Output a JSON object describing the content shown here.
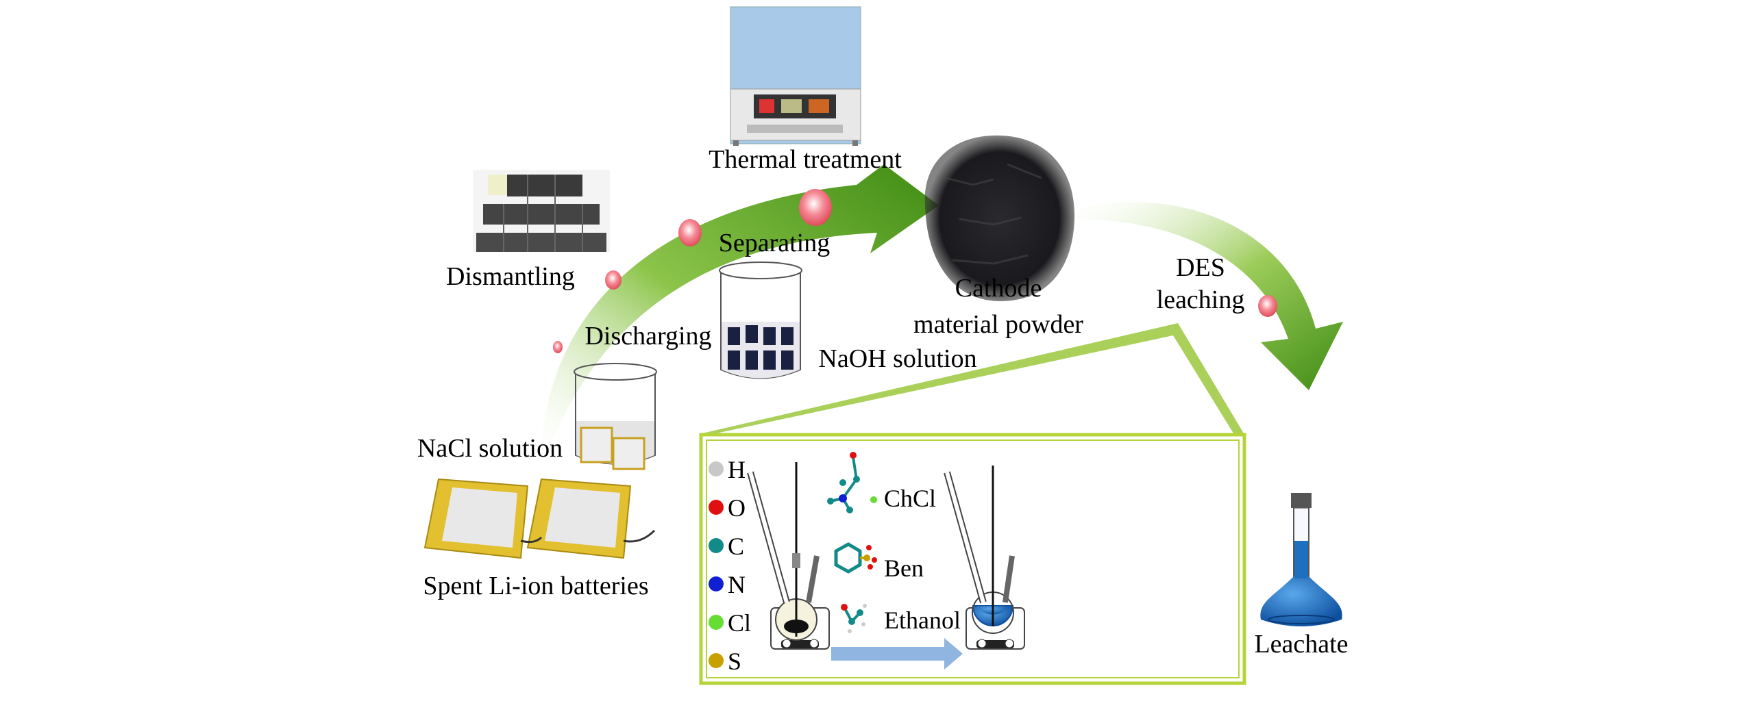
{
  "steps": {
    "thermal": "Thermal treatment",
    "separating": "Separating",
    "dismantling": "Dismantling",
    "discharging": "Discharging",
    "naoh": "NaOH solution",
    "nacl": "NaCl solution",
    "batteries": "Spent Li-ion batteries",
    "cathode_line1": "Cathode",
    "cathode_line2": "material powder",
    "des_line1": "DES",
    "des_line2": "leaching",
    "leachate": "Leachate"
  },
  "legend": {
    "elements": [
      {
        "symbol": "H",
        "color": "#c8c8c8"
      },
      {
        "symbol": "O",
        "color": "#e01010"
      },
      {
        "symbol": "C",
        "color": "#138a8a"
      },
      {
        "symbol": "N",
        "color": "#1020d0"
      },
      {
        "symbol": "Cl",
        "color": "#66dd33"
      },
      {
        "symbol": "S",
        "color": "#c8a000"
      }
    ],
    "components": [
      "ChCl",
      "Ben",
      "Ethanol"
    ]
  },
  "colors": {
    "arrow_green": "#4f9a1c",
    "box_border": "#b5d43a",
    "marker_pink": "#f06a78",
    "leachate_blue": "#1f6fc0",
    "process_arrow": "#8fb5e0"
  }
}
